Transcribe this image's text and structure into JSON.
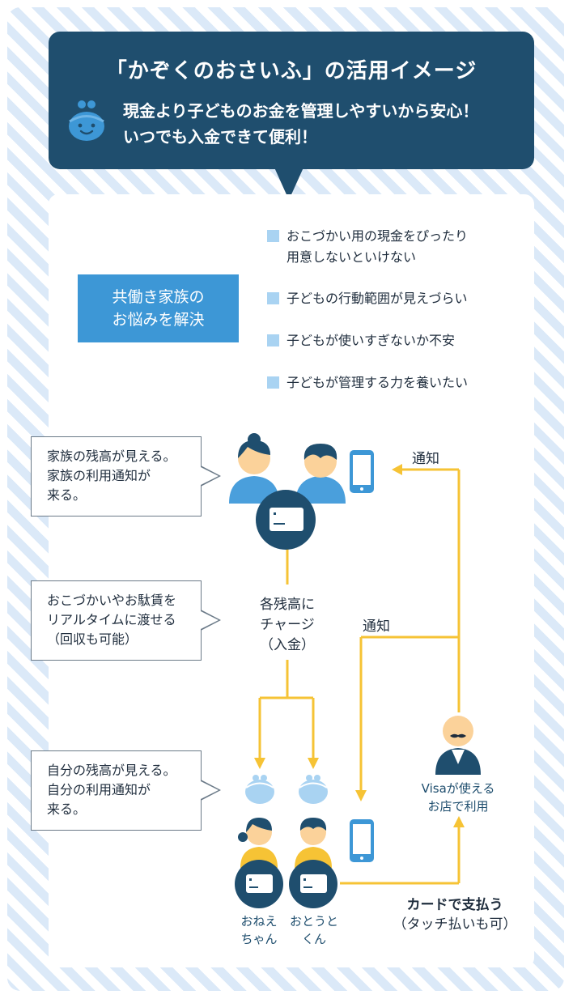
{
  "header": {
    "title": "「かぞくのおさいふ」の活用イメージ",
    "line1": "現金より子どものお金を管理しやすいから安心！",
    "line2": "いつでも入金できて便利！",
    "icon": "purse-smile-icon"
  },
  "worries": {
    "box_line1": "共働き家族の",
    "box_line2": "お悩みを解決",
    "items": [
      {
        "line1": "おこづかい用の現金をぴったり",
        "line2": "用意しないといけない"
      },
      {
        "line1": "子どもの行動範囲が見えづらい"
      },
      {
        "line1": "子どもが使いすぎないか不安"
      },
      {
        "line1": "子どもが管理する力を養いたい"
      }
    ]
  },
  "bubbles": {
    "family": [
      "家族の残高が見える。",
      "家族の利用通知が",
      "来る。"
    ],
    "realtime": [
      "おこづかいやお駄賃を",
      "リアルタイムに渡せる",
      "（回収も可能）"
    ],
    "self": [
      "自分の残高が見える。",
      "自分の利用通知が",
      "来る。"
    ]
  },
  "flow": {
    "charge": [
      "各残高に",
      "チャージ",
      "（入金）"
    ],
    "notify_top": "通知",
    "notify_mid": "通知",
    "shop": [
      "Visaが使える",
      "お店で利用"
    ],
    "pay": [
      "カードで支払う",
      "（タッチ払いも可）"
    ],
    "child1": [
      "おねえ",
      "ちゃん"
    ],
    "child2": [
      "おとうと",
      "くん"
    ]
  },
  "colors": {
    "navy": "#1f4e6e",
    "accent_blue": "#3d97d6",
    "light_blue": "#a9d3f2",
    "arrow_yellow": "#f6c335",
    "skin": "#fbd29a",
    "parent_shirt": "#4a9fdc",
    "child_shirt": "#f6c335"
  }
}
